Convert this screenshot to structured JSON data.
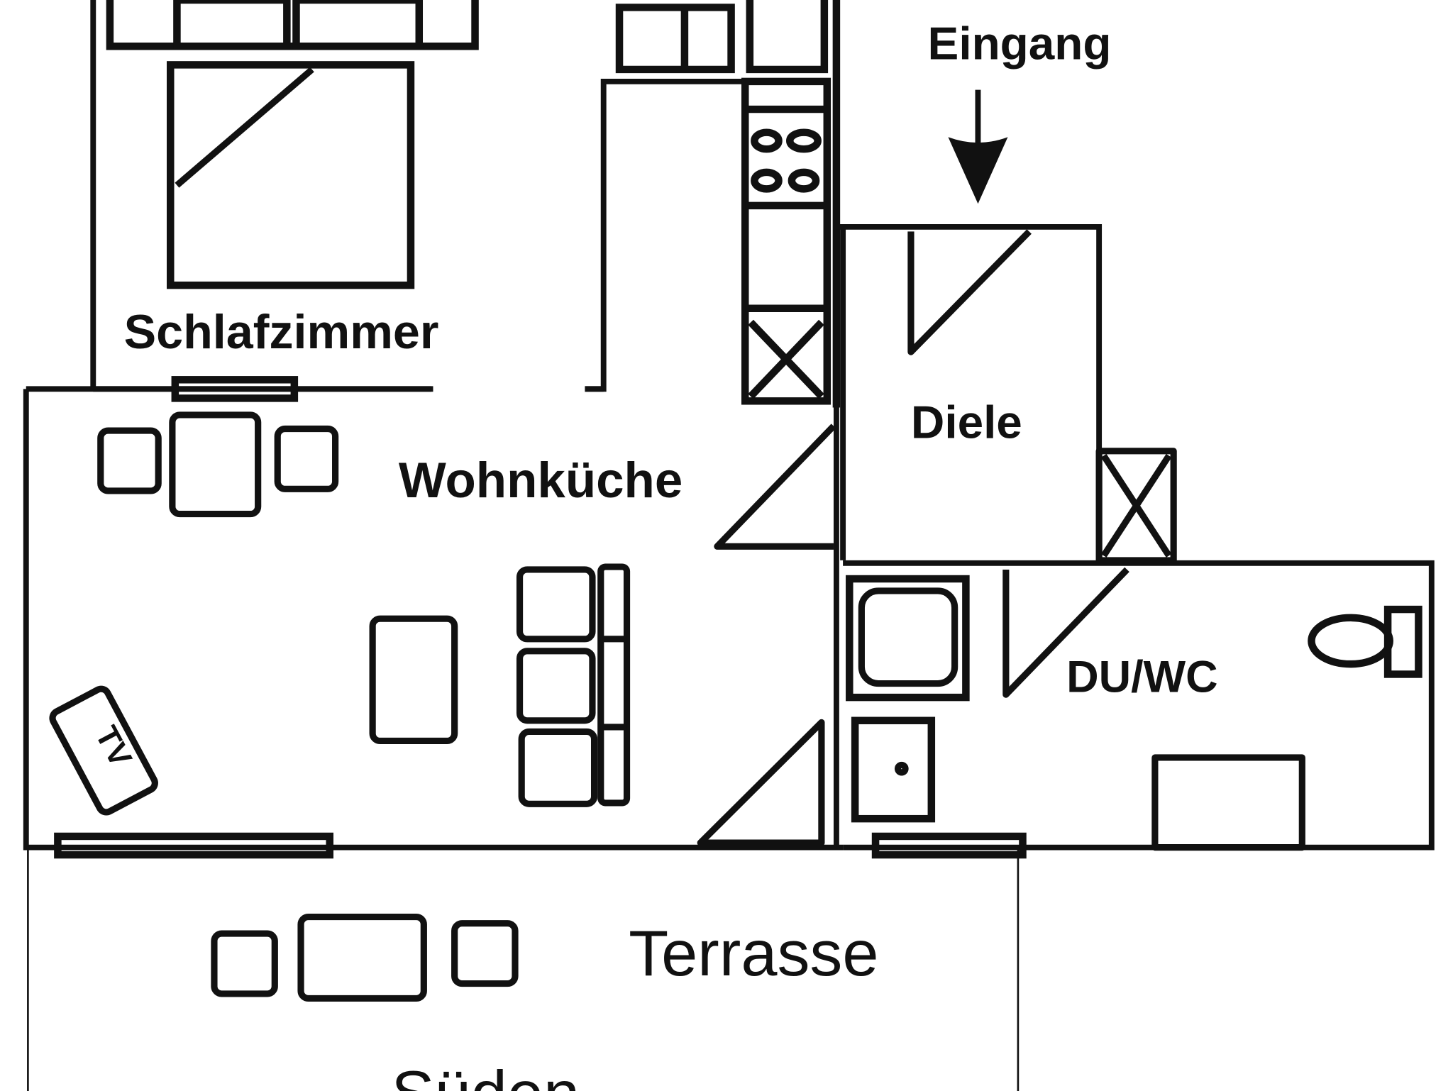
{
  "rooms": {
    "bedroom": "Schlafzimmer",
    "living_kitchen": "Wohnküche",
    "hall": "Diele",
    "bathroom": "DU/WC",
    "terrace": "Terrasse",
    "entrance": "Eingang",
    "south": "Süden"
  },
  "furniture": {
    "tv": "TV"
  },
  "colors": {
    "line": "#111111",
    "background": "#ffffff"
  }
}
